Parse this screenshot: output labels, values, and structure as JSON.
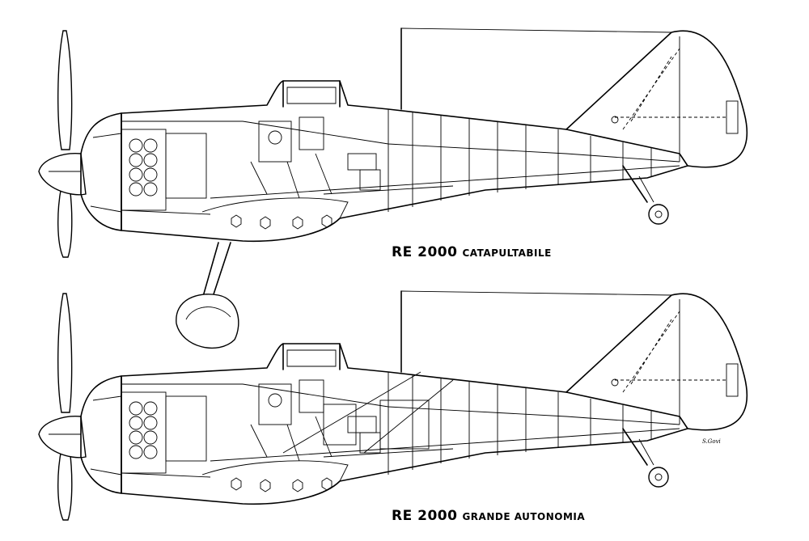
{
  "diagrams": [
    {
      "model": "RE 2000",
      "variant": "CATAPULTABILE"
    },
    {
      "model": "RE 2000",
      "variant": "GRANDE AUTONOMIA"
    }
  ],
  "signature": "S.Govi"
}
